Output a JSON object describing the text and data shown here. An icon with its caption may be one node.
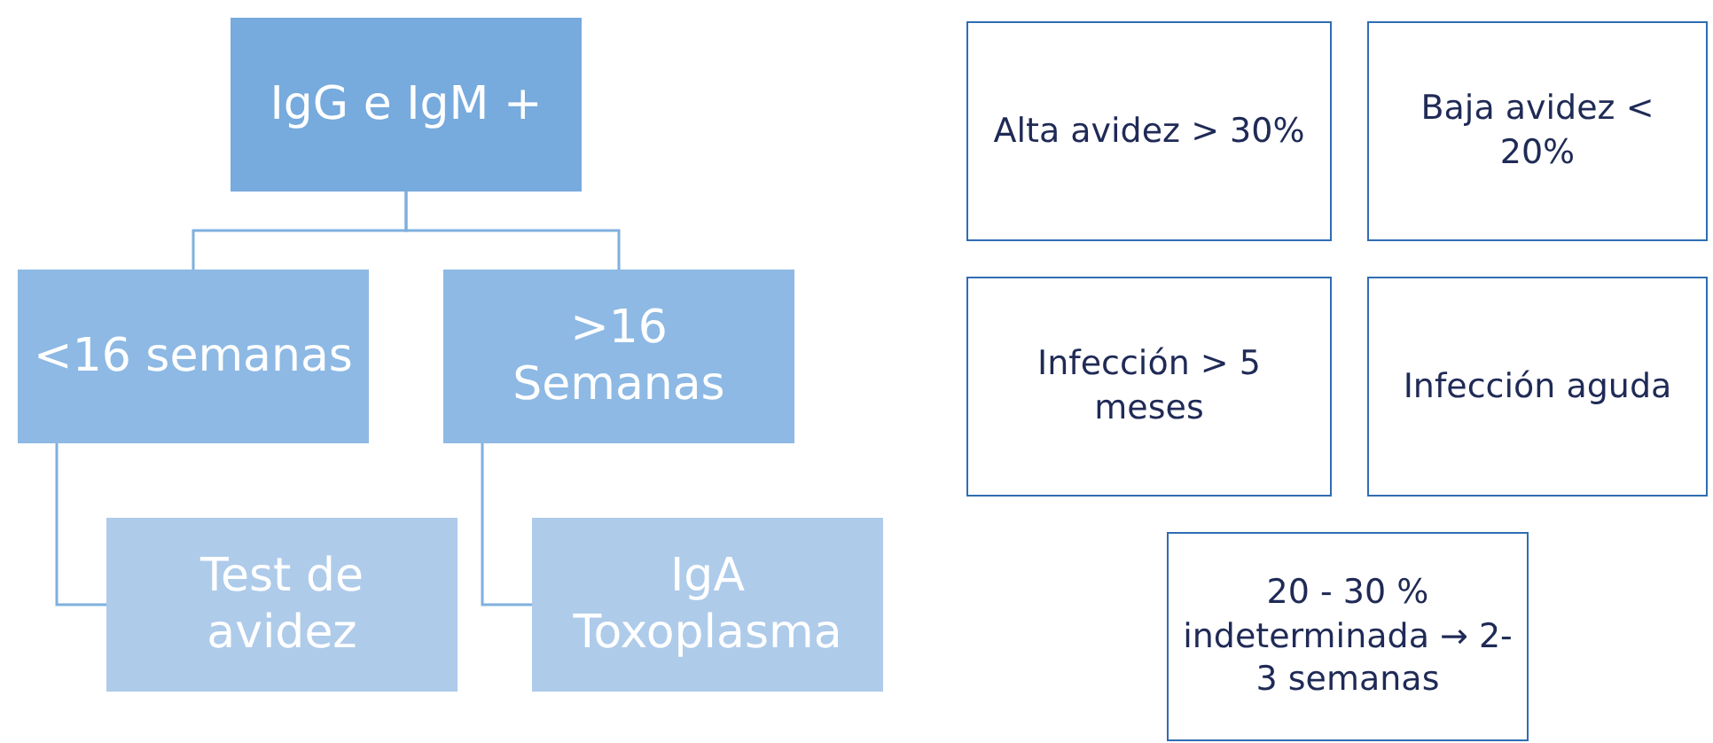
{
  "diagram": {
    "nodes": [
      {
        "text": [
          "IgG e IgM +"
        ]
      },
      {
        "text": [
          "<16 semanas"
        ]
      },
      {
        "text": [
          ">16 Semanas"
        ]
      },
      {
        "text": [
          "Test de avidez"
        ]
      },
      {
        "text": [
          "IgA Toxoplasma"
        ]
      },
      {
        "text": [
          "Alta avidez > 30%"
        ]
      },
      {
        "text": [
          "Baja avidez < 20%"
        ]
      },
      {
        "text": [
          "Infección > 5 meses"
        ]
      },
      {
        "text": [
          "Infección aguda"
        ]
      },
      {
        "text": [
          "20 - 30 % indeterminada → 2-3 semanas"
        ]
      }
    ],
    "edges": [
      {
        "from": 0,
        "to": 1,
        "arrow": "none"
      },
      {
        "from": 0,
        "to": 2,
        "arrow": "none"
      },
      {
        "from": 1,
        "to": 3,
        "arrow": "none"
      },
      {
        "from": 2,
        "to": 4,
        "arrow": "none"
      }
    ]
  }
}
